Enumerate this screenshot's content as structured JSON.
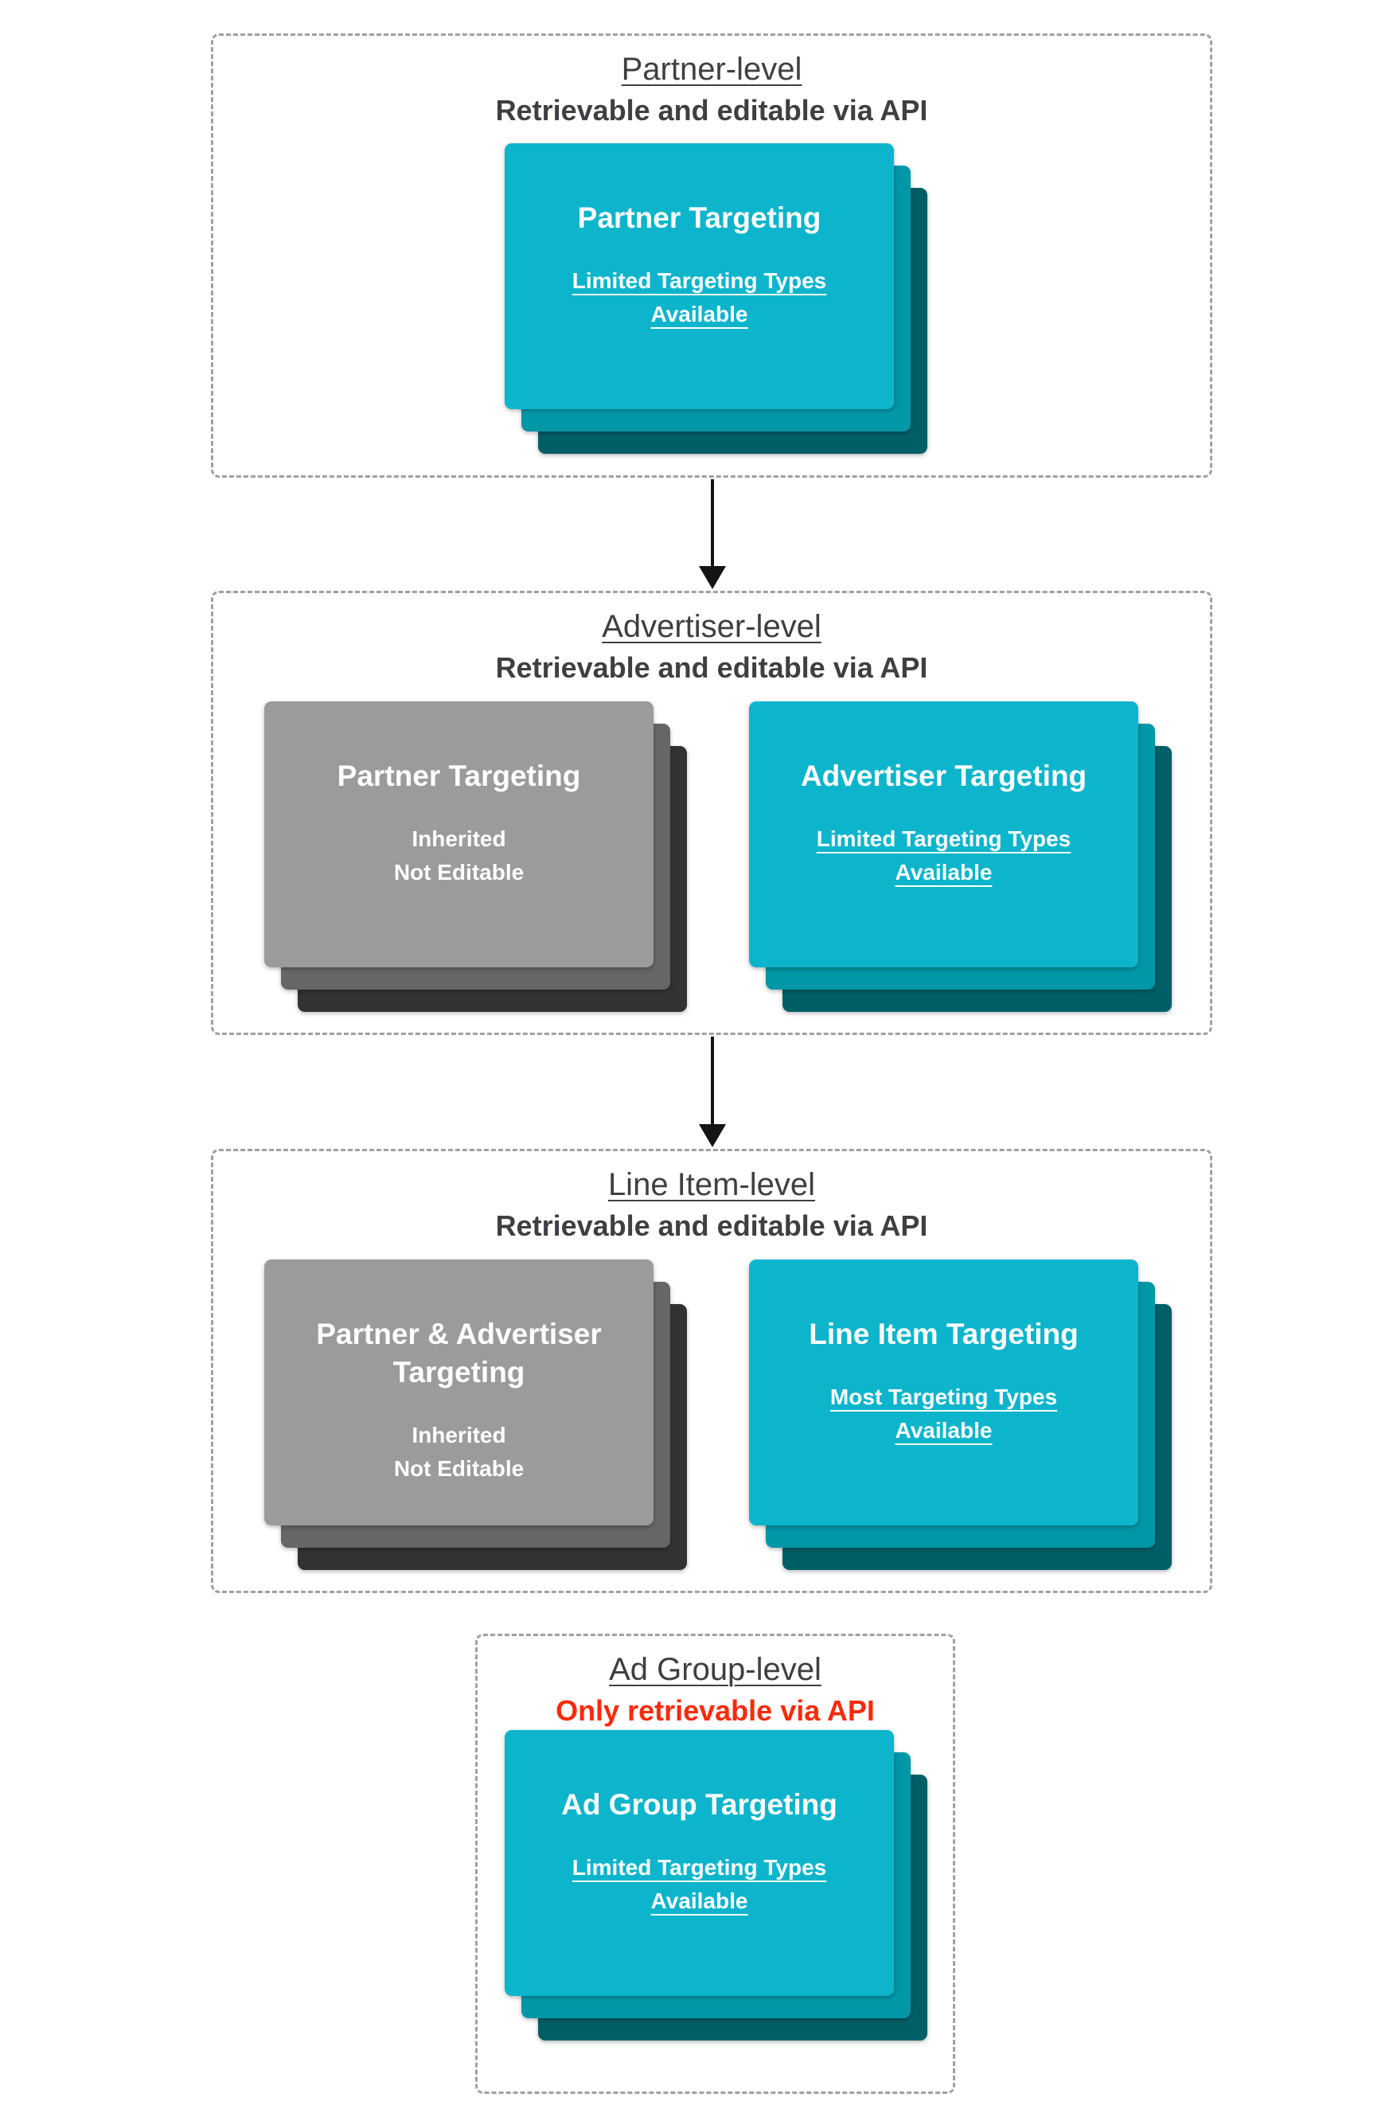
{
  "palette": {
    "teal_front": "#0cb5cb",
    "teal_mid": "#0097a7",
    "teal_back": "#005f66",
    "gray_front": "#9b9b9b",
    "gray_mid": "#666666",
    "gray_back": "#323232",
    "heading": "#3d4043",
    "red": "#fa2b0a",
    "dash_border": "#a0a0a0",
    "arrow": "#141414",
    "card_text": "#ffffff"
  },
  "sections": [
    {
      "title": "Partner-level",
      "subtitle": "Retrievable and editable via API",
      "cards": [
        {
          "variant": "teal",
          "title": [
            "Partner Targeting"
          ],
          "subtitle": [
            "Limited Targeting Types",
            "Available"
          ],
          "subtitle_underlined": true
        }
      ]
    },
    {
      "title": "Advertiser-level",
      "subtitle": "Retrievable and editable via API",
      "cards": [
        {
          "variant": "gray",
          "title": [
            "Partner Targeting"
          ],
          "subtitle": [
            "Inherited",
            "Not Editable"
          ],
          "subtitle_underlined": false
        },
        {
          "variant": "teal",
          "title": [
            "Advertiser Targeting"
          ],
          "subtitle": [
            "Limited Targeting Types",
            "Available"
          ],
          "subtitle_underlined": true
        }
      ]
    },
    {
      "title": "Line Item-level",
      "subtitle": "Retrievable and editable via API",
      "cards": [
        {
          "variant": "gray",
          "title": [
            "Partner & Advertiser",
            "Targeting"
          ],
          "subtitle": [
            "Inherited",
            "Not Editable"
          ],
          "subtitle_underlined": false
        },
        {
          "variant": "teal",
          "title": [
            "Line Item Targeting"
          ],
          "subtitle": [
            "Most Targeting Types",
            "Available"
          ],
          "subtitle_underlined": true
        }
      ]
    },
    {
      "title": "Ad Group-level",
      "subtitle": "Only retrievable via API",
      "cards": [
        {
          "variant": "teal",
          "title": [
            "Ad Group Targeting"
          ],
          "subtitle": [
            "Limited Targeting Types",
            "Available"
          ],
          "subtitle_underlined": true
        }
      ]
    }
  ]
}
